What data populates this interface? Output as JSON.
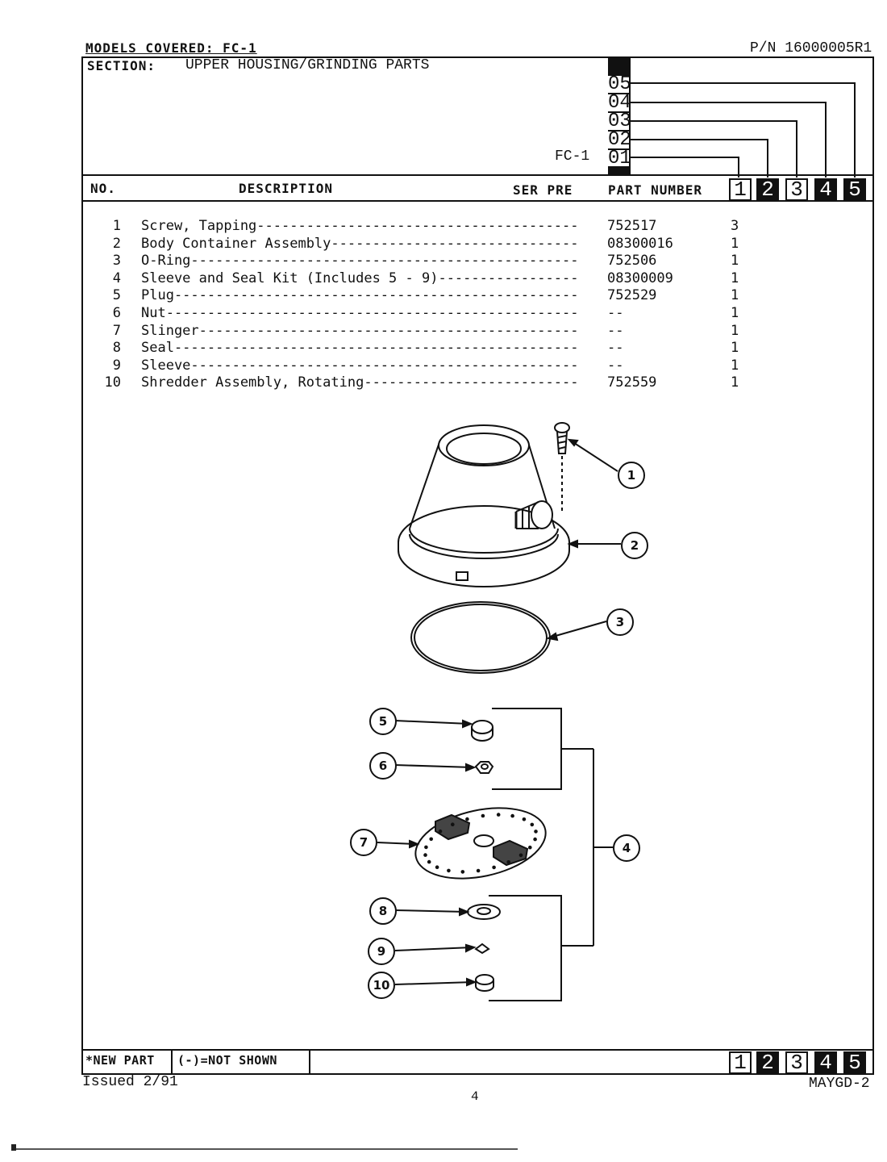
{
  "header": {
    "models_covered": "MODELS COVERED: FC-1",
    "part_number_ref": "P/N 16000005R1",
    "section_label": "SECTION:",
    "section_title": "UPPER HOUSING/GRINDING PARTS",
    "model_label": "FC-1",
    "versions": [
      "05",
      "04",
      "03",
      "02",
      "01"
    ]
  },
  "columns": {
    "no": "NO.",
    "description": "DESCRIPTION",
    "ser_pre": "SER PRE",
    "part_number": "PART NUMBER",
    "model_cols": [
      "1",
      "2",
      "3",
      "4",
      "5"
    ]
  },
  "parts": [
    {
      "no": "1",
      "desc": "Screw, Tapping",
      "pn": "752517",
      "qty": "3"
    },
    {
      "no": "2",
      "desc": "Body Container Assembly",
      "pn": "08300016",
      "qty": "1"
    },
    {
      "no": "3",
      "desc": "O-Ring",
      "pn": "752506",
      "qty": "1"
    },
    {
      "no": "4",
      "desc": "Sleeve and Seal Kit (Includes 5 - 9)",
      "pn": "08300009",
      "qty": "1"
    },
    {
      "no": "5",
      "desc": "Plug",
      "pn": "752529",
      "qty": "1"
    },
    {
      "no": "6",
      "desc": "Nut",
      "pn": "--",
      "qty": "1"
    },
    {
      "no": "7",
      "desc": "Slinger",
      "pn": "--",
      "qty": "1"
    },
    {
      "no": "8",
      "desc": "Seal",
      "pn": "--",
      "qty": "1"
    },
    {
      "no": "9",
      "desc": "Sleeve",
      "pn": "--",
      "qty": "1"
    },
    {
      "no": "10",
      "desc": "Shredder Assembly, Rotating",
      "pn": "752559",
      "qty": "1"
    }
  ],
  "diagram": {
    "callouts": [
      "1",
      "2",
      "3",
      "4",
      "5",
      "6",
      "7",
      "8",
      "9",
      "10"
    ]
  },
  "footer": {
    "new_part": "*NEW PART",
    "not_shown": "(-)=NOT SHOWN",
    "issued": "Issued 2/91",
    "page_number": "4",
    "doc_code": "MAYGD-2"
  }
}
